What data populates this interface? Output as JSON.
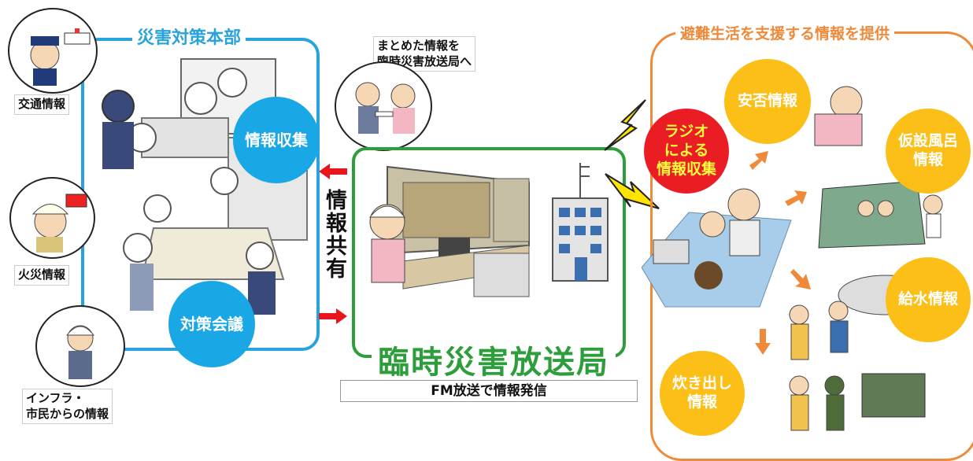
{
  "hq": {
    "title": "災害対策本部",
    "info_collect": "情報収集",
    "meeting": "対策会議",
    "traffic_label": "交通情報",
    "fire_label": "火災情報",
    "infra_label": "インフラ・\n市民からの情報"
  },
  "share": {
    "label": "情報共有",
    "summary_bubble": "まとめた情報を\n臨時災害放送局へ"
  },
  "fm": {
    "title": "臨時災害放送局",
    "subtitle": "FM放送で情報発信"
  },
  "life": {
    "title": "避難生活を支援する情報を提供",
    "radio": "ラジオ\nによる\n情報収集",
    "safety": "安否情報",
    "bath": "仮設風呂\n情報",
    "water": "給水情報",
    "food": "炊き出し\n情報"
  },
  "colors": {
    "hq_blue": "#2aa3dc",
    "fm_green": "#2e9d3c",
    "life_orange": "#ee8a3a",
    "arrow_red": "#e8151b",
    "radio_red": "#ea1c24",
    "info_yellow": "#fbbf17"
  }
}
